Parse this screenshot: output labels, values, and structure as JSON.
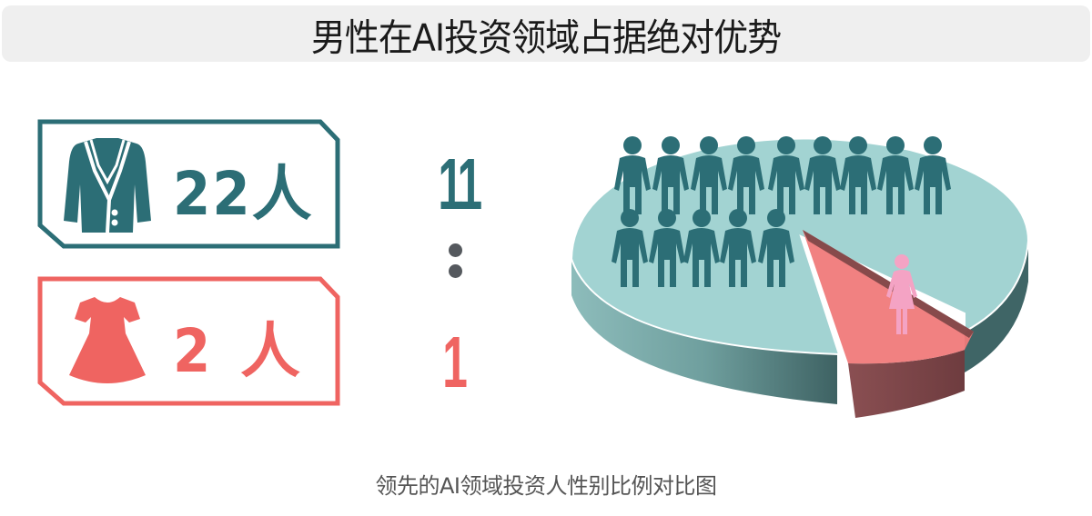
{
  "header": {
    "title": "男性在AI投资领域占据绝对优势"
  },
  "cards": [
    {
      "label": "22人",
      "gender": "male",
      "icon": "suit-jacket-icon",
      "color": "#2c6e76"
    },
    {
      "label": "2 人",
      "gender": "female",
      "icon": "dress-icon",
      "color": "#ef6461"
    }
  ],
  "ratio": {
    "male": "11",
    "separator": ":",
    "female": "1",
    "male_color": "#2c6e76",
    "female_color": "#ef6461",
    "separator_color": "#55595e"
  },
  "caption": "领先的AI领域投资人性别比例对比图",
  "colors": {
    "male_dark": "#2c6e76",
    "pie_top": "#a2d3d2",
    "pie_side": "#6a9a99",
    "female_slice": "#f07a7a",
    "female_side": "#8a4f52",
    "female_figure": "#f4a3c4"
  },
  "chart_data": {
    "type": "pie",
    "title": "男性在AI投资领域占据绝对优势",
    "subtitle": "领先的AI领域投资人性别比例对比图",
    "categories": [
      "男性",
      "女性"
    ],
    "values": [
      22,
      2
    ],
    "ratio": "11:1",
    "units": "人",
    "style": "3D exploded pie with pictograms (14 male figures, 1 female figure)",
    "legend": [
      {
        "label": "22人",
        "icon": "suit-jacket",
        "color": "#2c6e76"
      },
      {
        "label": "2人",
        "icon": "dress",
        "color": "#ef6461"
      }
    ]
  }
}
